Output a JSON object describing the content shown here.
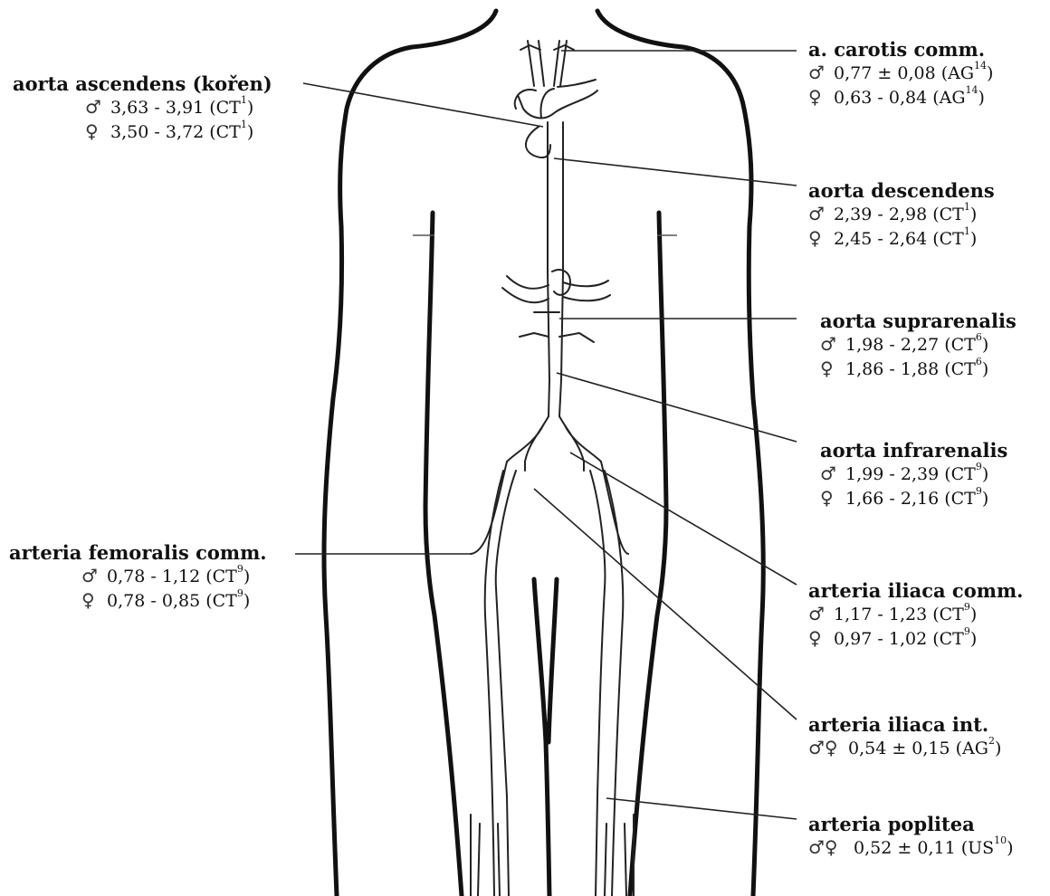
{
  "symbols": {
    "male": "♂",
    "female": "♀"
  },
  "labels": [
    {
      "id": "aorta-ascendens",
      "name": "aorta ascendens (kořen)",
      "rows": [
        {
          "sex": "♂",
          "value": "3,63 - 3,91 (CT",
          "ref": "1",
          "close": ")"
        },
        {
          "sex": "♀",
          "value": "3,50 - 3,72 (CT",
          "ref": "1",
          "close": ")"
        }
      ]
    },
    {
      "id": "arteria-femoralis-comm",
      "name": "arteria femoralis comm.",
      "rows": [
        {
          "sex": "♂",
          "value": "0,78 - 1,12 (CT",
          "ref": "9",
          "close": ")"
        },
        {
          "sex": "♀",
          "value": "0,78 - 0,85 (CT",
          "ref": "9",
          "close": ")"
        }
      ]
    },
    {
      "id": "a-carotis-comm",
      "name": "a. carotis comm.",
      "rows": [
        {
          "sex": "♂",
          "value": "0,77 ± 0,08 (AG",
          "ref": "14",
          "close": ")"
        },
        {
          "sex": "♀",
          "value": "0,63 - 0,84 (AG",
          "ref": "14",
          "close": ")"
        }
      ]
    },
    {
      "id": "aorta-descendens",
      "name": "aorta descendens",
      "rows": [
        {
          "sex": "♂",
          "value": "2,39 - 2,98 (CT",
          "ref": "1",
          "close": ")"
        },
        {
          "sex": "♀",
          "value": "2,45 - 2,64 (CT",
          "ref": "1",
          "close": ")"
        }
      ]
    },
    {
      "id": "aorta-suprarenalis",
      "name": "aorta suprarenalis",
      "rows": [
        {
          "sex": "♂",
          "value": "1,98 - 2,27 (CT",
          "ref": "6",
          "close": ")"
        },
        {
          "sex": "♀",
          "value": "1,86 - 1,88 (CT",
          "ref": "6",
          "close": ")"
        }
      ]
    },
    {
      "id": "aorta-infrarenalis",
      "name": "aorta infrarenalis",
      "rows": [
        {
          "sex": "♂",
          "value": "1,99 - 2,39 (CT",
          "ref": "9",
          "close": ")"
        },
        {
          "sex": "♀",
          "value": "1,66 - 2,16 (CT",
          "ref": "9",
          "close": ")"
        }
      ]
    },
    {
      "id": "arteria-iliaca-comm",
      "name": "arteria iliaca comm.",
      "rows": [
        {
          "sex": "♂",
          "value": "1,17 - 1,23 (CT",
          "ref": "9",
          "close": ")"
        },
        {
          "sex": "♀",
          "value": "0,97 - 1,02 (CT",
          "ref": "9",
          "close": ")"
        }
      ]
    },
    {
      "id": "arteria-iliaca-int",
      "name": "arteria iliaca int.",
      "rows": [
        {
          "sex": "♂♀",
          "value": "0,54 ± 0,15 (AG",
          "ref": "2",
          "close": ")"
        }
      ]
    },
    {
      "id": "arteria-poplitea",
      "name": "arteria poplitea",
      "rows": [
        {
          "sex": "♂♀",
          "value": "0,52 ± 0,11 (US",
          "ref": "10",
          "close": ")"
        }
      ]
    }
  ]
}
